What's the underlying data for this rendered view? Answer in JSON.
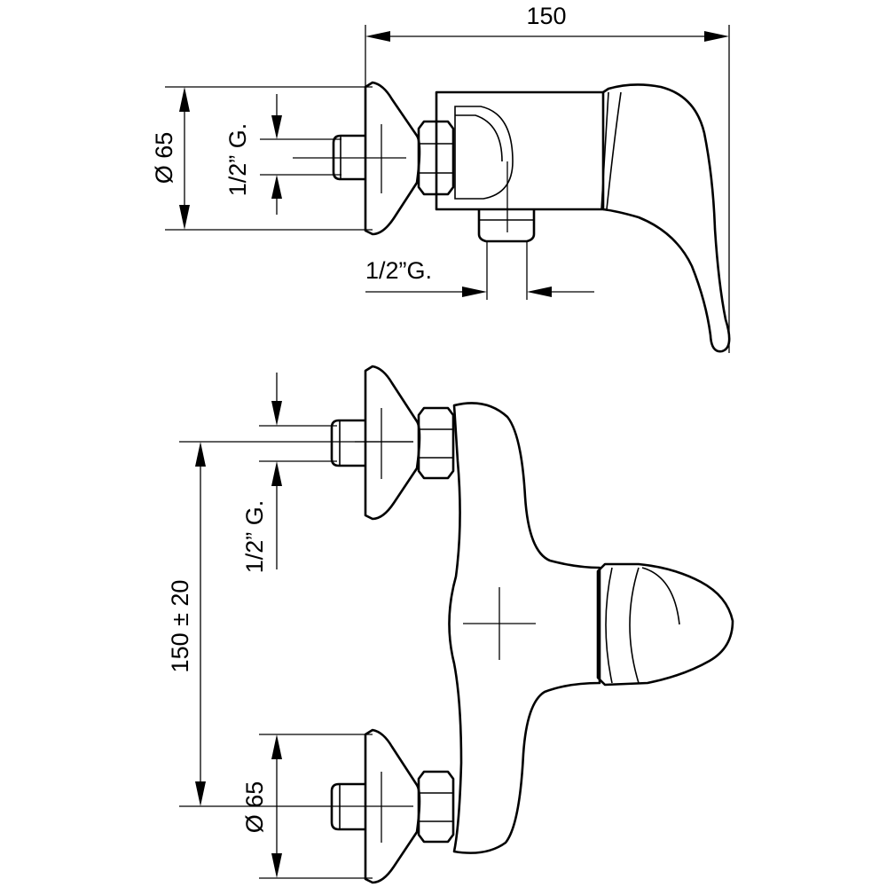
{
  "dimensions": {
    "top_width": "150",
    "top_diameter": "Ø 65",
    "top_inlet_thread": "1/2” G.",
    "top_outlet_thread": "1/2”G.",
    "front_inlet_thread": "1/2” G.",
    "front_center_distance": "150 ± 20",
    "front_diameter": "Ø 65"
  },
  "colors": {
    "line": "#000000",
    "background": "#ffffff"
  }
}
